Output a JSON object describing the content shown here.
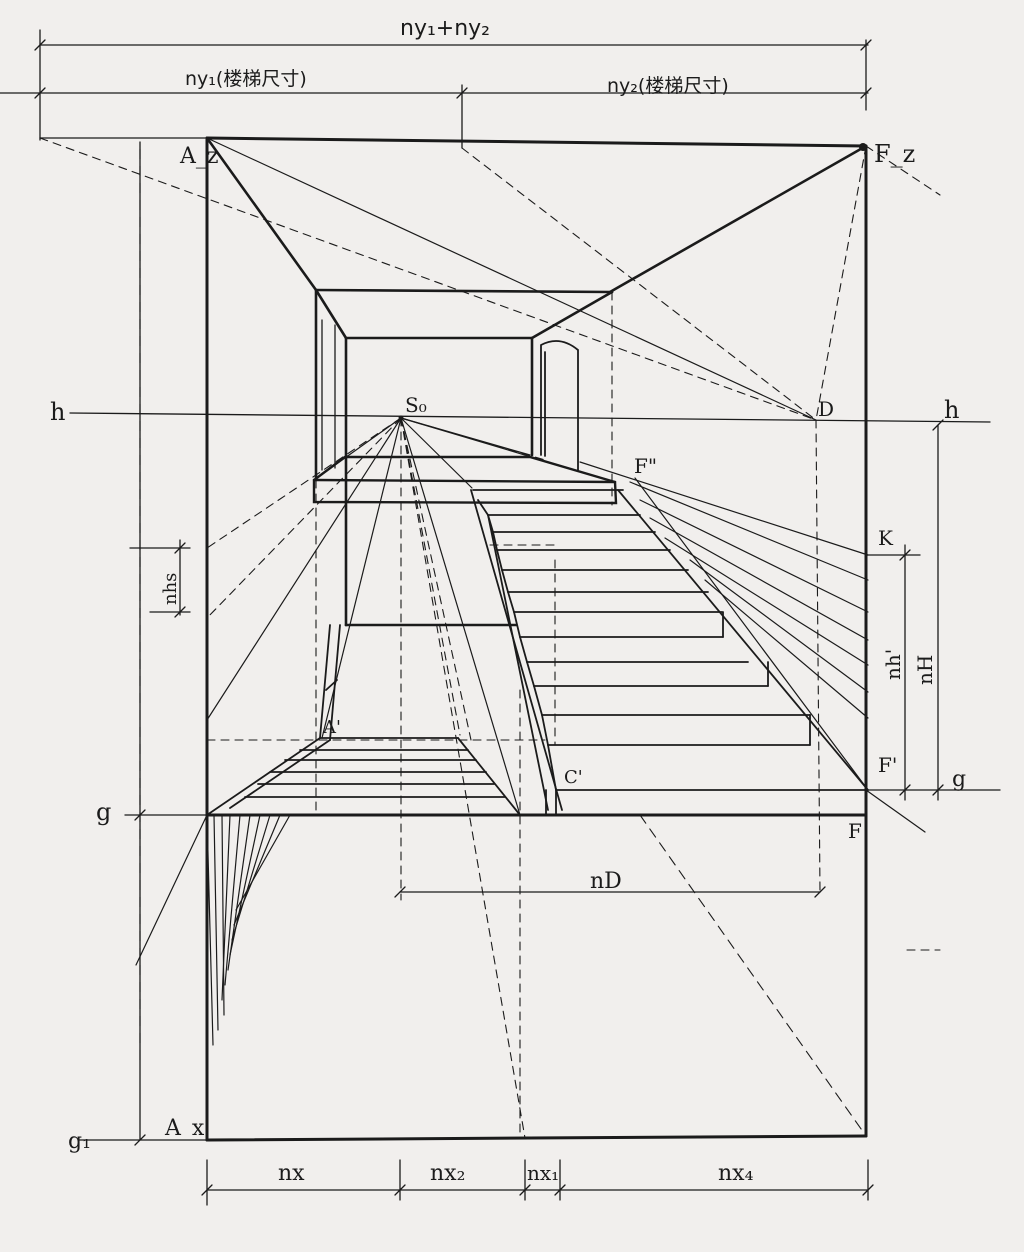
{
  "colors": {
    "paper": "#f1efed",
    "ink": "#1b1b1b"
  },
  "labels": {
    "total_width": "ny₁+ny₂",
    "ny1": "ny₁(楼梯尺寸)",
    "ny2": "ny₂(楼梯尺寸)",
    "A_z": "A_z",
    "F_z": "F_z",
    "h_left": "h",
    "h_right": "h",
    "S0": "S₀",
    "D": "D",
    "F_double_prime": "F\"",
    "K": "K",
    "nhs": "nhs",
    "nh_prime": "nh'",
    "nH": "nH",
    "A_prime": "A'",
    "C_prime": "C'",
    "F_prime": "F'",
    "g_right": "g",
    "g_left": "g",
    "F": "F",
    "nD": "nD",
    "A_x": "A_x",
    "g1": "g₁",
    "nx": "nx",
    "nx2": "nx₂",
    "nx1": "nx₁",
    "nx4": "nx₄"
  }
}
